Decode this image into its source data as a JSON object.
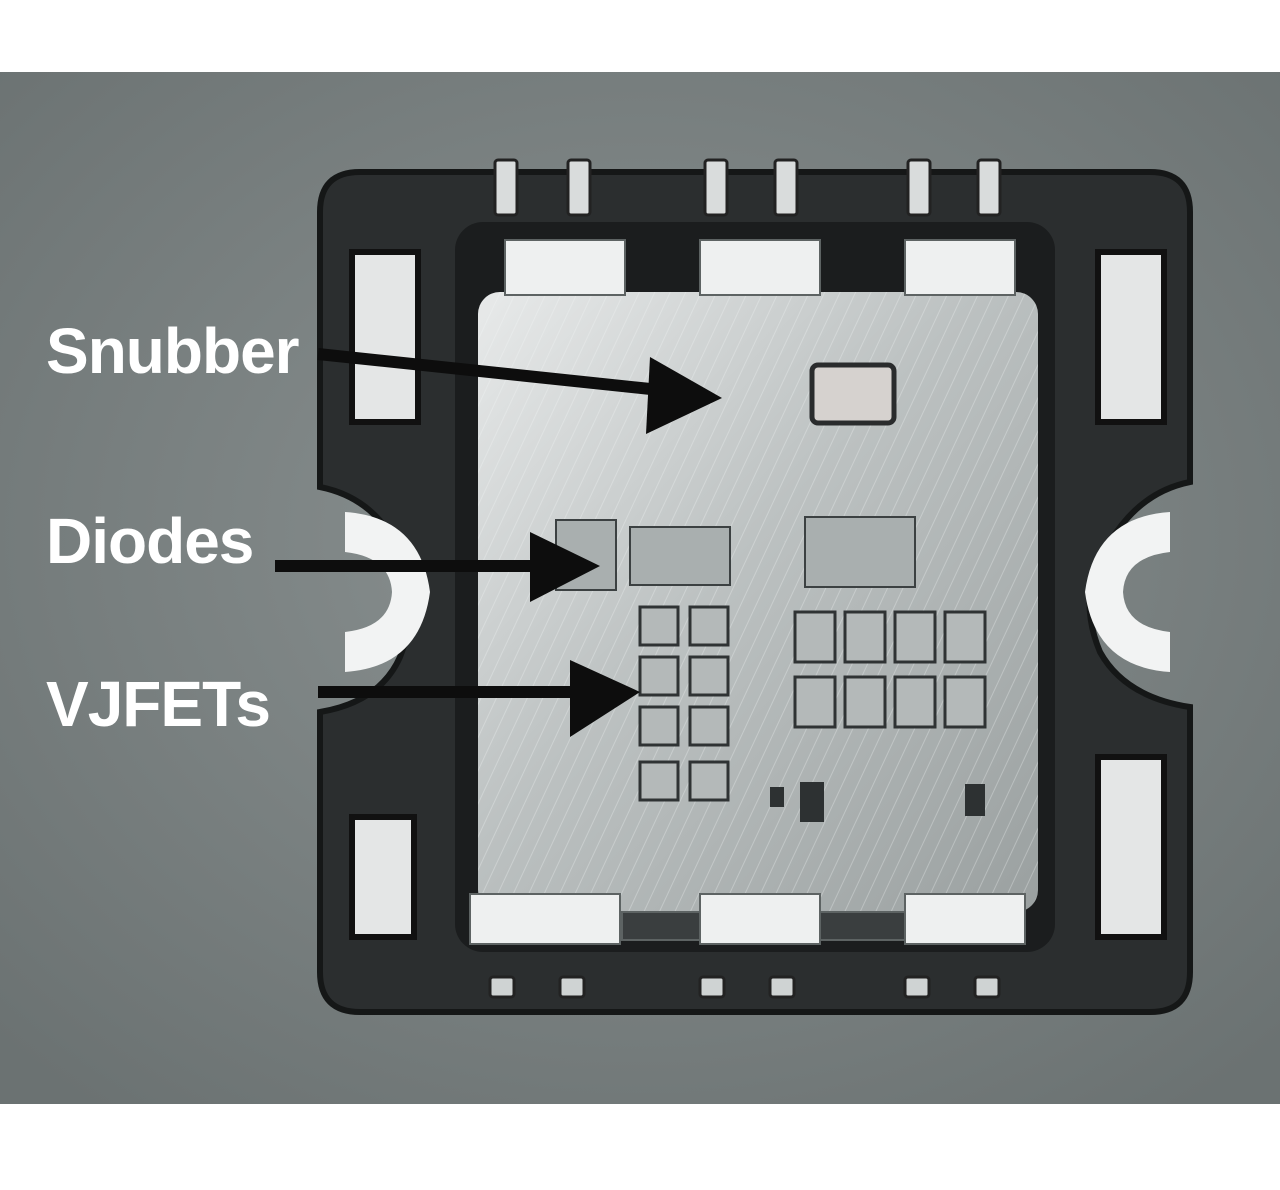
{
  "image": {
    "subject": "power-module-package",
    "colors": {
      "background": "#7c8484",
      "frame": "#2b2e2f",
      "substrate": "#bfc3c3",
      "window": "#e4e6e6",
      "arrow": "#0d0d0d",
      "label": "#ffffff"
    }
  },
  "labels": {
    "snubber": "Snubber",
    "diodes": "Diodes",
    "vjfets": "VJFETs"
  }
}
